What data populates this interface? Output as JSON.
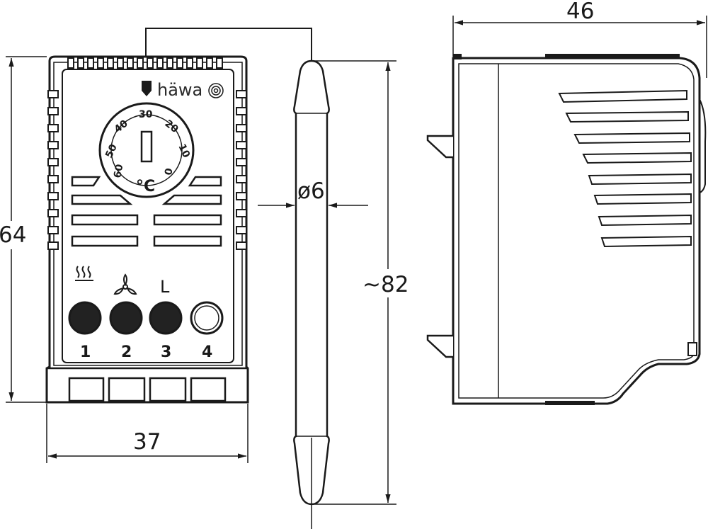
{
  "dimensions": {
    "height_front": "64",
    "width_front": "37",
    "sensor_diameter": "ø6",
    "sensor_length": "~82",
    "depth_side": "46"
  },
  "front": {
    "brand": "häwa",
    "dial_unit": "°C",
    "dial_scale": [
      "60",
      "50",
      "40",
      "30",
      "20",
      "10",
      "0"
    ],
    "symbol_labels": [
      "ꕑ",
      "L"
    ],
    "terminals": [
      "1",
      "2",
      "3",
      "4"
    ]
  }
}
